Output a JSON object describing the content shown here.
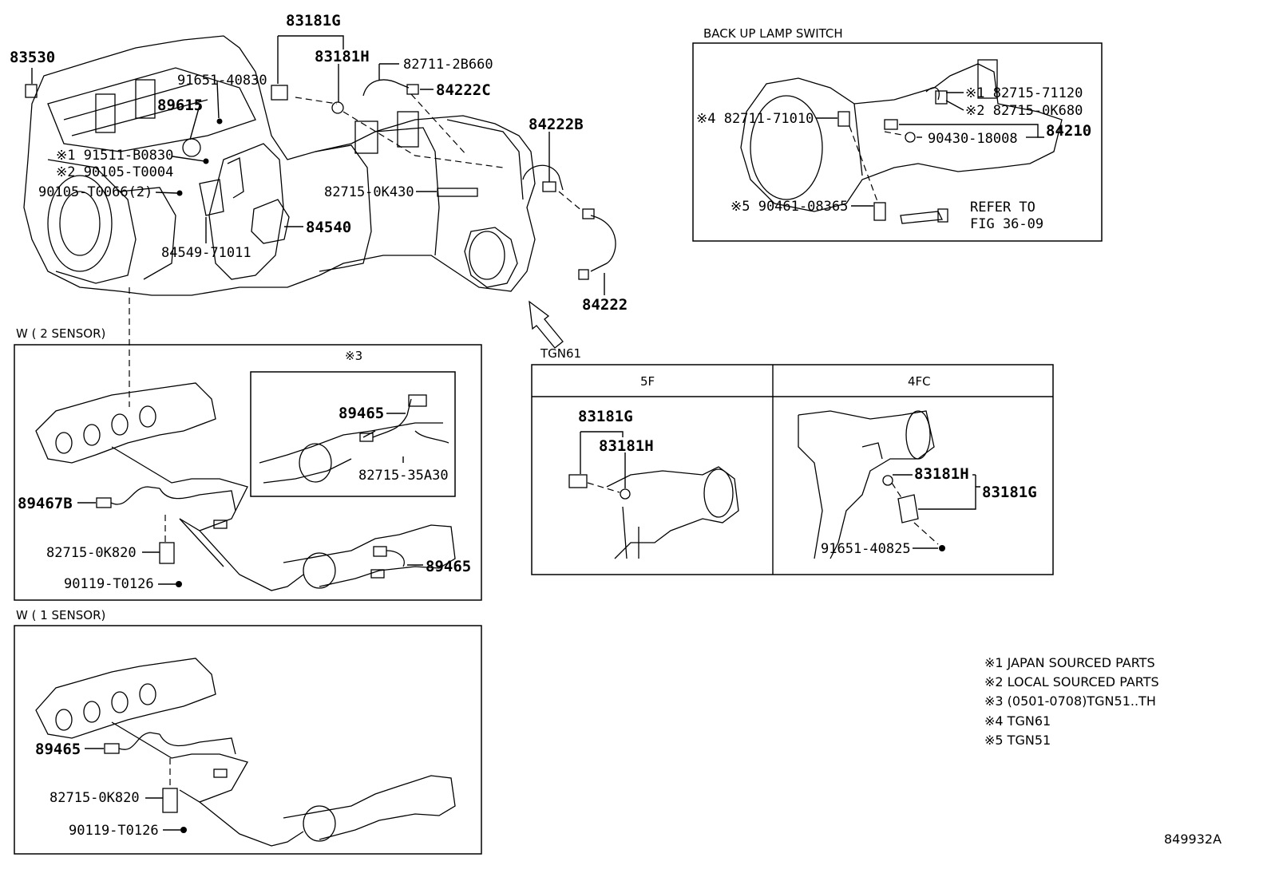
{
  "main": {
    "p83530": "83530",
    "p83181G": "83181G",
    "p83181H": "83181H",
    "p91651_40830": "91651-40830",
    "p82711_2B660": "82711-2B660",
    "p84222C": "84222C",
    "p89615": "89615",
    "p84222B": "84222B",
    "p91511": "※1 91511-B0830",
    "p90105_T0004": "※2 90105-T0004",
    "p90105_T0066": "90105-T0066(2)",
    "p82715_0K430": "82715-0K430",
    "p84540": "84540",
    "p84549": "84549-71011",
    "p84222": "84222",
    "tgn61": "TGN61"
  },
  "backup": {
    "title": "BACK UP LAMP SWITCH",
    "p82715_71120": "※1 82715-71120",
    "p82715_0K680": "※2 82715-0K680",
    "p82711_71010": "※4 82711-71010",
    "p84210": "84210",
    "p90430": "90430-18008",
    "p90461": "※5 90461-08365",
    "refer1": "REFER TO",
    "refer2": "FIG 36-09"
  },
  "w2": {
    "title": "W ( 2 SENSOR)",
    "inset_label": "※3",
    "p89465_inset": "89465",
    "p82715_35A30": "82715-35A30",
    "p89467B": "89467B",
    "p82715_0K820": "82715-0K820",
    "p90119": "90119-T0126",
    "p89465": "89465"
  },
  "w1": {
    "title": "W ( 1 SENSOR)",
    "p89465": "89465",
    "p82715_0K820": "82715-0K820",
    "p90119": "90119-T0126"
  },
  "variants": {
    "col5f": "5F",
    "col4fc": "4FC",
    "f5_83181G": "83181G",
    "f5_83181H": "83181H",
    "fc_83181H": "83181H",
    "fc_83181G": "83181G",
    "fc_91651": "91651-40825"
  },
  "notes": [
    "※1 JAPAN SOURCED PARTS",
    "※2 LOCAL SOURCED PARTS",
    "※3 (0501-0708)TGN51..TH",
    "※4 TGN61",
    "※5 TGN51"
  ],
  "figure_id": "849932A"
}
